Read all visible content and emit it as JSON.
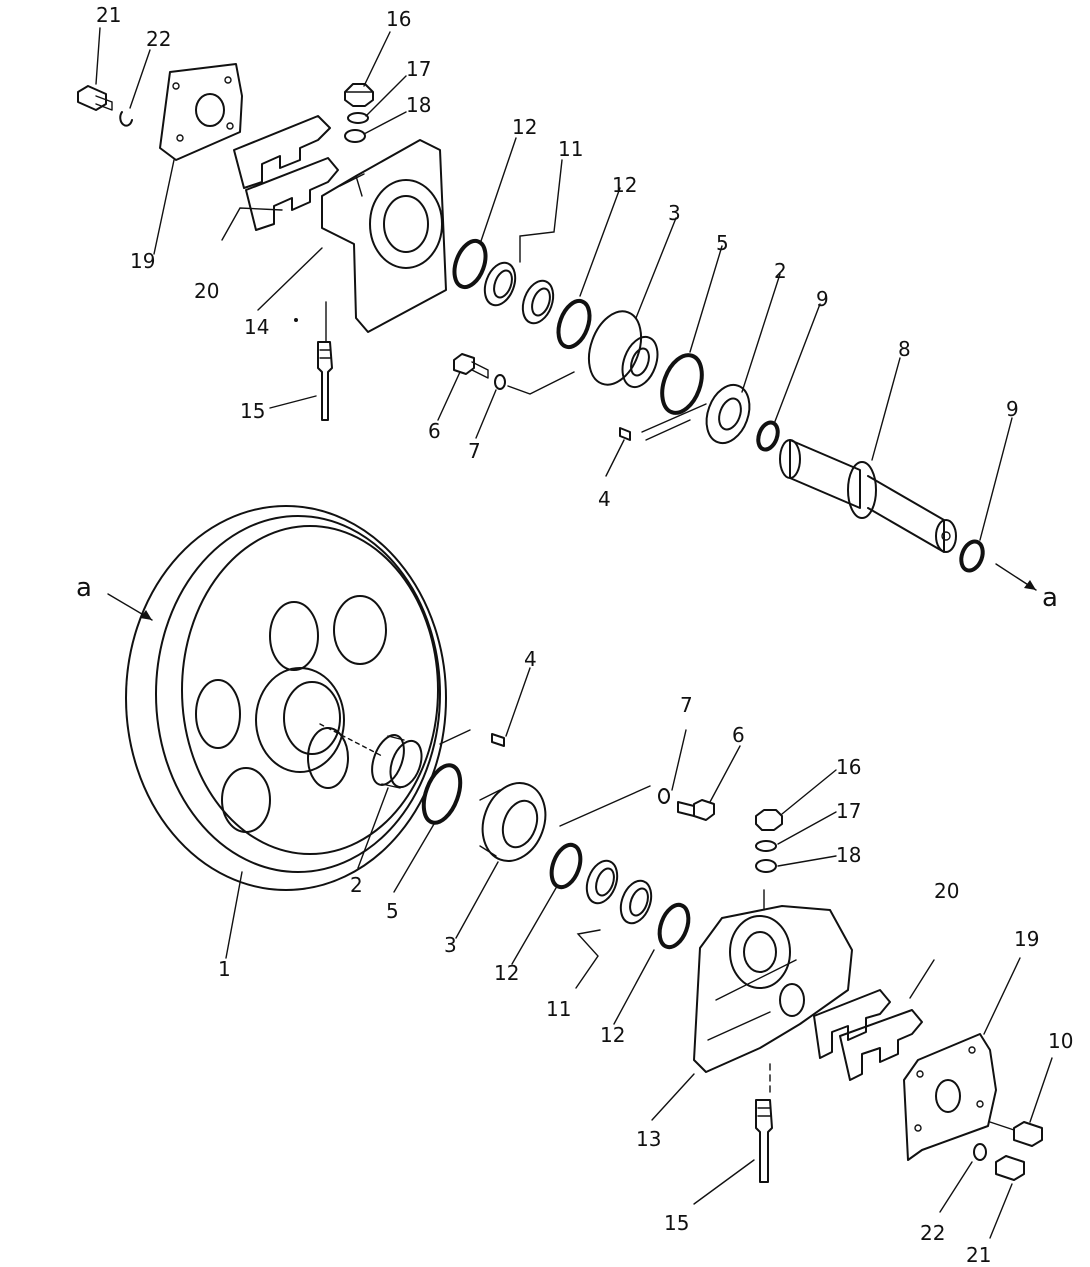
{
  "callouts": {
    "upper": {
      "c21": "21",
      "c22": "22",
      "c16": "16",
      "c17": "17",
      "c18": "18",
      "c19": "19",
      "c20": "20",
      "c14": "14",
      "c15": "15",
      "c12a": "12",
      "c11": "11",
      "c12b": "12",
      "c3": "3",
      "c5": "5",
      "c2": "2",
      "c9a": "9",
      "c8": "8",
      "c6": "6",
      "c7": "7",
      "c4": "4",
      "c9b": "9",
      "a": "a"
    },
    "lower": {
      "a": "a",
      "c4": "4",
      "c7": "7",
      "c6": "6",
      "c16": "16",
      "c17": "17",
      "c18": "18",
      "c1": "1",
      "c2": "2",
      "c5": "5",
      "c3": "3",
      "c12a": "12",
      "c11": "11",
      "c12b": "12",
      "c20": "20",
      "c19": "19",
      "c10": "10",
      "c13": "13",
      "c15": "15",
      "c22": "22",
      "c21": "21"
    }
  }
}
